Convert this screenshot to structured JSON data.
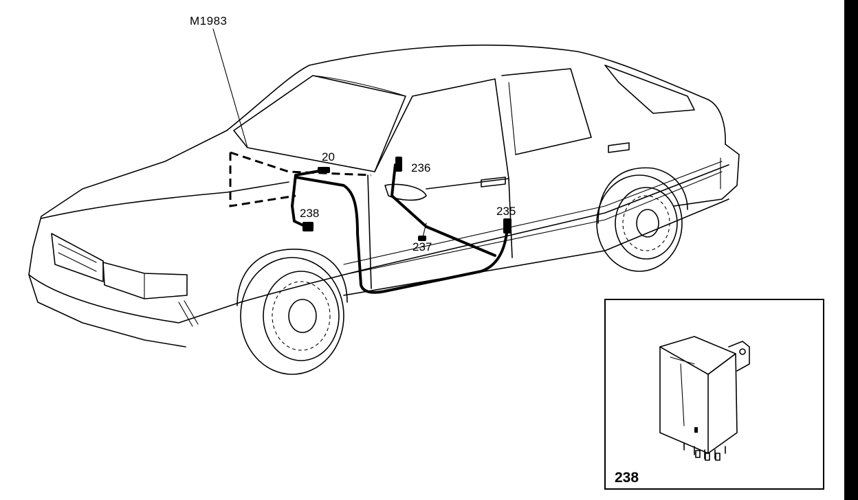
{
  "diagram": {
    "figure_id": "M1983",
    "callouts": {
      "c20": "20",
      "c235": "235",
      "c236": "236",
      "c237": "237",
      "c238": "238"
    },
    "inset": {
      "label": "238"
    }
  }
}
